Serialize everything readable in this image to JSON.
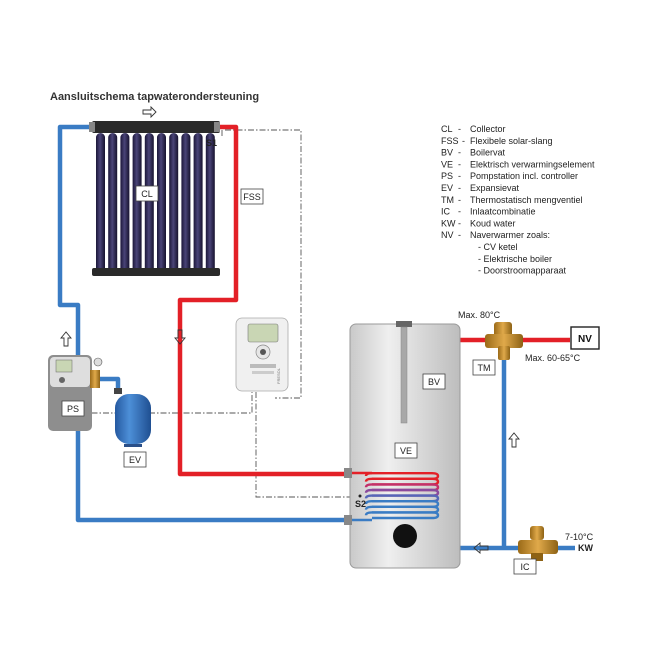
{
  "title": "Aansluitschema tapwaterondersteuning",
  "legend": [
    {
      "code": "CL",
      "desc": "Collector"
    },
    {
      "code": "FSS",
      "desc": "Flexibele solar-slang"
    },
    {
      "code": "BV",
      "desc": "Boilervat"
    },
    {
      "code": "VE",
      "desc": "Elektrisch verwarmingselement"
    },
    {
      "code": "PS",
      "desc": "Pompstation incl. controller"
    },
    {
      "code": "EV",
      "desc": "Expansievat"
    },
    {
      "code": "TM",
      "desc": "Thermostatisch mengventiel"
    },
    {
      "code": "IC",
      "desc": "Inlaatcombinatie"
    },
    {
      "code": "KW",
      "desc": "Koud water"
    },
    {
      "code": "NV",
      "desc": "Naverwarmer zoals:"
    }
  ],
  "legend_sub": [
    "- CV ketel",
    "- Elektrische boiler",
    "- Doorstroomapparaat"
  ],
  "labels": {
    "cl": "CL",
    "fss": "FSS",
    "bv": "BV",
    "ve": "VE",
    "ps": "PS",
    "ev": "EV",
    "tm": "TM",
    "ic": "IC",
    "nv": "NV",
    "kw": "KW",
    "s1": "S1",
    "s2": "S2"
  },
  "annotations": {
    "max80": "Max. 80°C",
    "max6065": "Max. 60-65°C",
    "cold_temp": "7-10°C",
    "controller_brand": "FRESOL"
  },
  "colors": {
    "hot_pipe": "#e32027",
    "cold_pipe": "#3a7cc4",
    "tank": "#d9d9d9",
    "collector_tube": "#2a2450",
    "expansion_vessel": "#2f6fbf",
    "valve_brass": "#c8902a"
  }
}
